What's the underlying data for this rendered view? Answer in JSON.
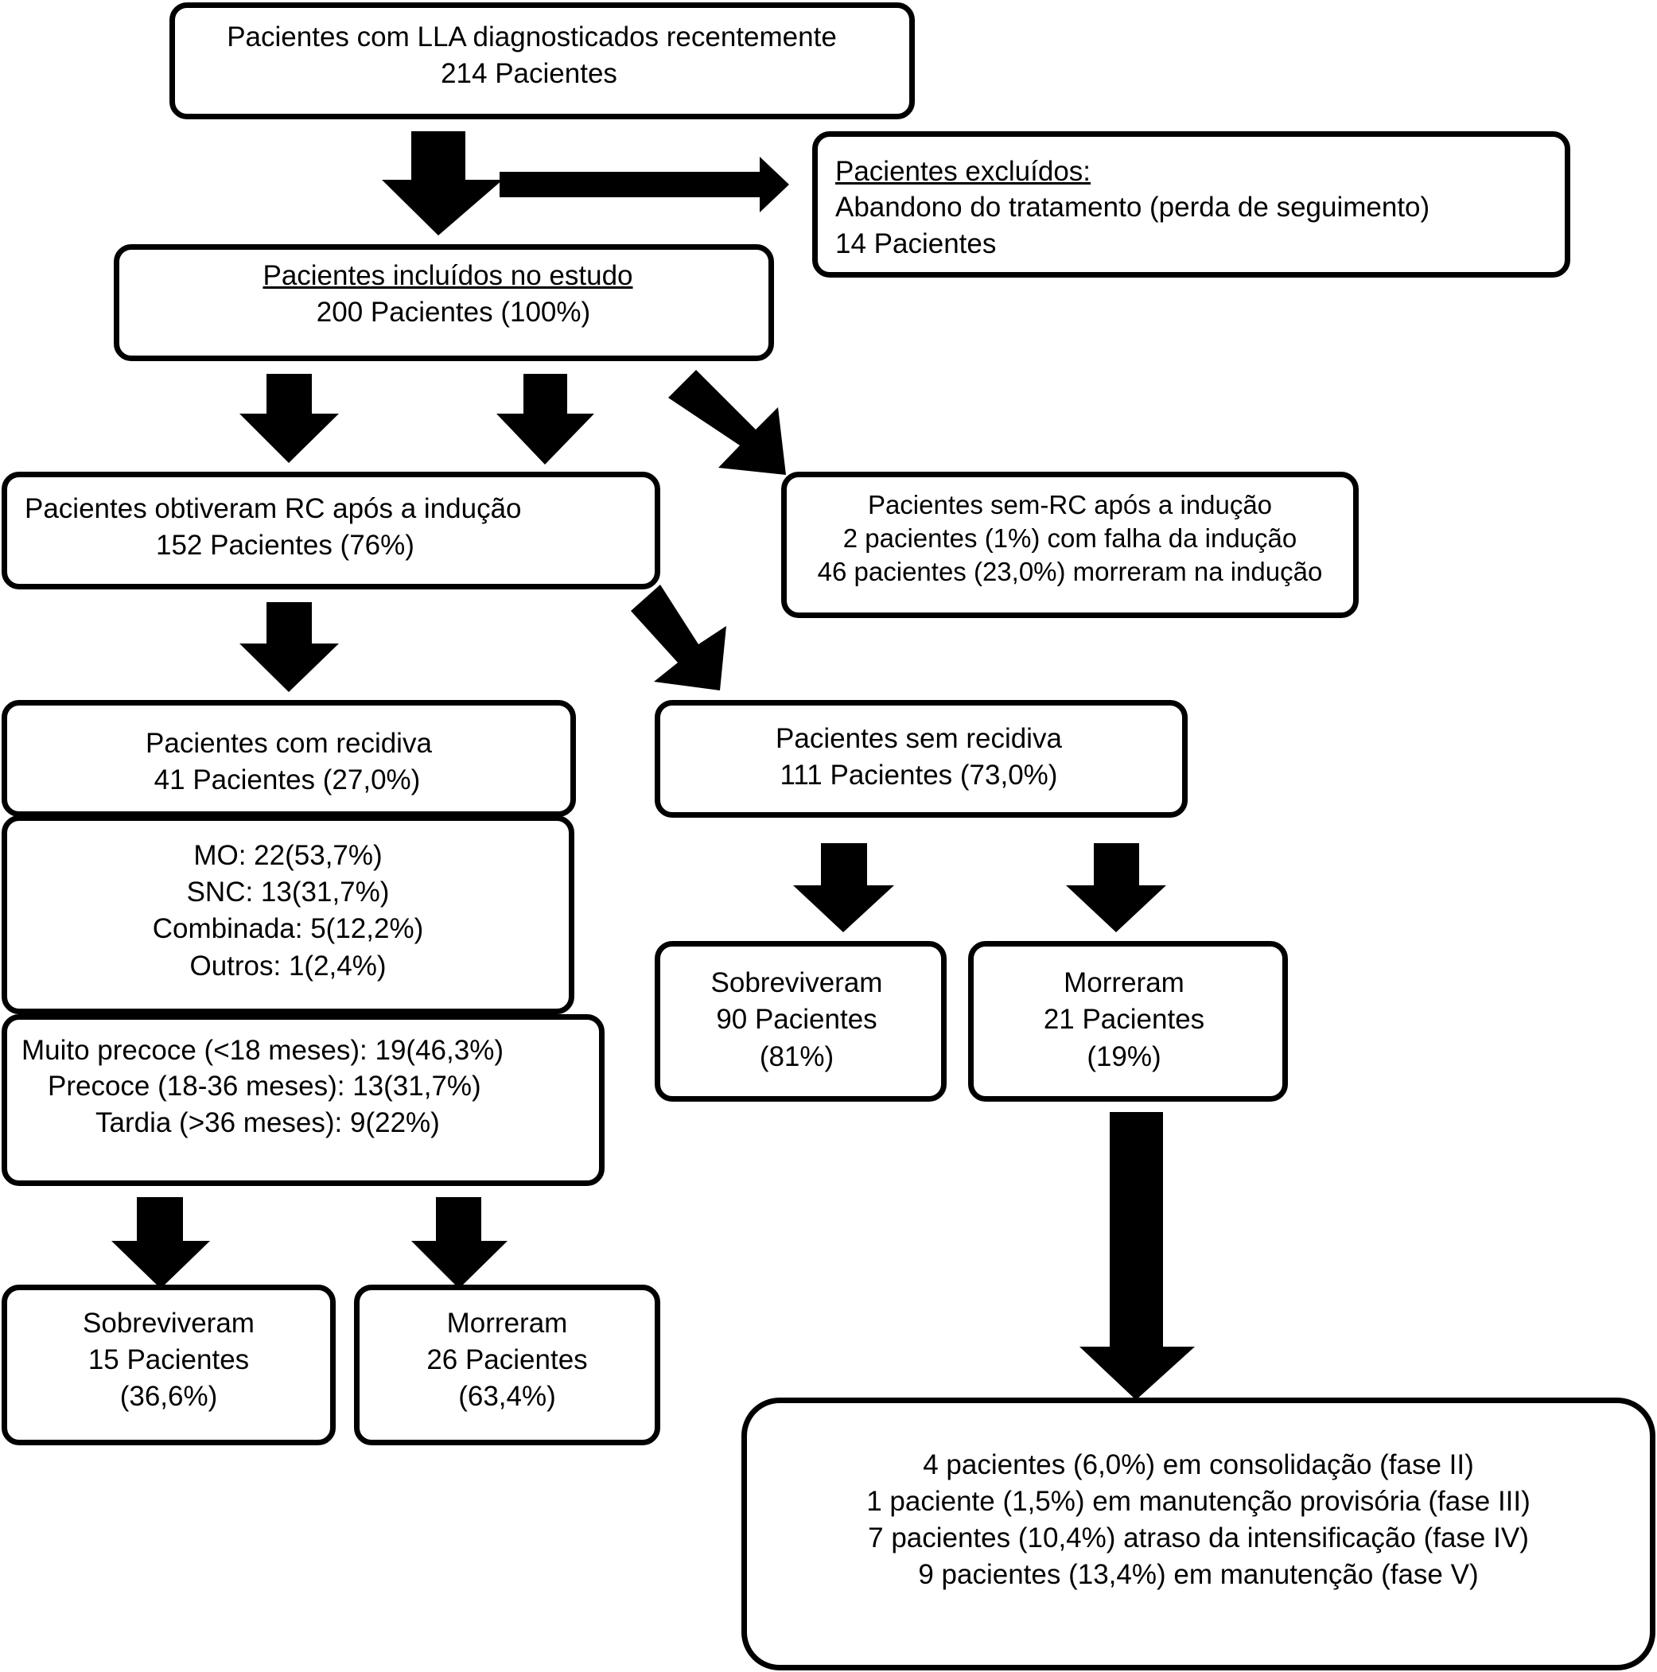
{
  "boxes": {
    "diagnosed": {
      "line1": "Pacientes com LLA diagnosticados recentemente",
      "line2": "214  Pacientes"
    },
    "excluded": {
      "title": "Pacientes excluídos:",
      "line1": "Abandono do tratamento (perda de seguimento)",
      "line2": "14 Pacientes"
    },
    "included": {
      "title": "Pacientes incluídos no estudo",
      "line1": "200 Pacientes (100%)"
    },
    "rc": {
      "line1": "Pacientes obtiveram RC após a indução",
      "line2": "152 Pacientes (76%)"
    },
    "no_rc": {
      "line1": "Pacientes sem-RC após a indução",
      "line2": "2 pacientes (1%) com falha da indução",
      "line3": "46 pacientes (23,0%) morreram na indução"
    },
    "relapse": {
      "line1": "Pacientes com recidiva",
      "line2": "41 Pacientes (27,0%)"
    },
    "relapse_site": {
      "line1": "MO: 22(53,7%)",
      "line2": "SNC: 13(31,7%)",
      "line3": "Combinada: 5(12,2%)",
      "line4": "Outros: 1(2,4%)"
    },
    "relapse_time": {
      "line1": "Muito precoce (<18 meses): 19(46,3%)",
      "line2": "Precoce (18-36 meses): 13(31,7%)",
      "line3": "Tardia (>36 meses): 9(22%)"
    },
    "relapse_survived": {
      "line1": "Sobreviveram",
      "line2": "15 Pacientes",
      "line3": "(36,6%)"
    },
    "relapse_died": {
      "line1": "Morreram",
      "line2": "26 Pacientes",
      "line3": "(63,4%)"
    },
    "no_relapse": {
      "line1": "Pacientes sem recidiva",
      "line2": "111 Pacientes (73,0%)"
    },
    "no_relapse_survived": {
      "line1": "Sobreviveram",
      "line2": "90 Pacientes",
      "line3": "(81%)"
    },
    "no_relapse_died": {
      "line1": "Morreram",
      "line2": "21 Pacientes",
      "line3": "(19%)"
    },
    "death_phases": {
      "line1": "4 pacientes (6,0%) em consolidação (fase II)",
      "line2": "1 paciente (1,5%) em manutenção provisória (fase III)",
      "line3": "7 pacientes (10,4%) atraso da intensificação (fase IV)",
      "line4": "9 pacientes (13,4%) em manutenção (fase V)"
    }
  }
}
